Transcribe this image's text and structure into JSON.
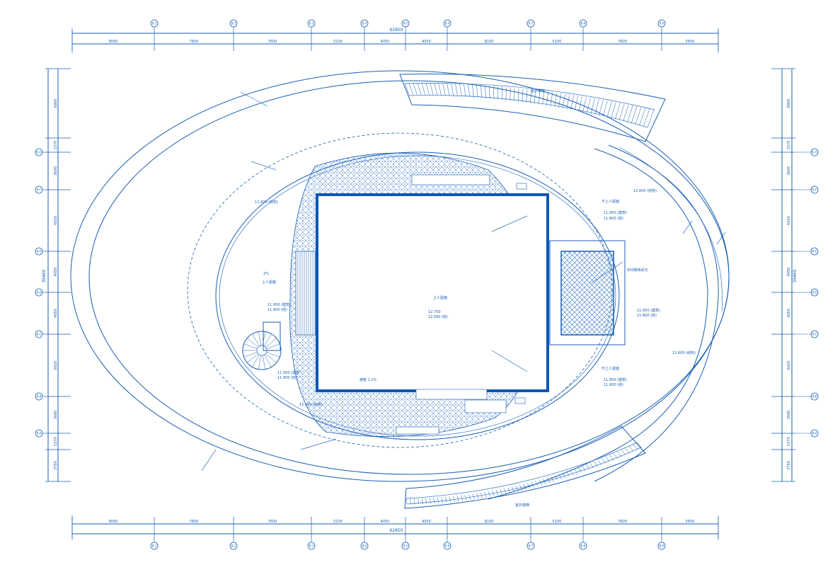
{
  "dimensions": {
    "top_total": "62850",
    "bottom_total": "62850",
    "top_segments": [
      "8000",
      "7600",
      "7600",
      "5100",
      "4050",
      "4050",
      "8100",
      "5100",
      "7600",
      "5450"
    ],
    "bottom_segments": [
      "8000",
      "7600",
      "7600",
      "5100",
      "4050",
      "4050",
      "8100",
      "5100",
      "7600",
      "5450"
    ],
    "left_segments": [
      "6800",
      "1570",
      "3600",
      "6020",
      "4050",
      "4050",
      "6020",
      "3600",
      "1570",
      "3750"
    ],
    "right_segments": [
      "6800",
      "1570",
      "3600",
      "6020",
      "4050",
      "4050",
      "6020",
      "3600",
      "1570",
      "3750"
    ],
    "left_total": "39460",
    "right_total": "39460"
  },
  "grid": {
    "top_axes": [
      "B-1",
      "B-2",
      "B-3",
      "B-4",
      "B-5",
      "B-6",
      "B-7",
      "B-8",
      "B-9"
    ],
    "bottom_axes": [
      "B-1",
      "B-2",
      "B-3",
      "B-4",
      "B-5",
      "B-6",
      "B-7",
      "B-8",
      "B-9"
    ],
    "left_axes": [
      "B-G",
      "B-F",
      "B-E",
      "B-D",
      "B-C",
      "B-B",
      "B-A"
    ],
    "right_axes": [
      "B-G",
      "B-F",
      "B-E",
      "B-D",
      "B-C",
      "B-B",
      "B-A"
    ]
  },
  "annotations": {
    "center_label": "上人屋面",
    "center_elev_1": "12.750",
    "center_elev_2": "12.560 (结)",
    "elev_left": "11.950 (建筑)",
    "elev_left_2": "11.800 (结)",
    "elev_right": "11.950 (建筑)",
    "elev_right_2": "11.800 (结)",
    "elev_top_right": "11.950 (建筑)",
    "elev_top_right_2": "11.800 (结)",
    "elev_bottom_right": "11.950 (建筑)",
    "elev_bottom_right_2": "11.800 (结)",
    "elev_bottom_left": "11.950 (建筑)",
    "elev_bottom_left_2": "11.800 (结)",
    "elev_outer_right": "12.600 (结构)",
    "elev_outer_left": "12.600 (结构)",
    "elev_outer_top": "12.600 (结构)",
    "elev_outer_bottom": "12.600 (结构)",
    "not_accessible_1": "不上人屋面",
    "not_accessible_2": "不上人屋面",
    "accessible": "上人屋面",
    "slope_left": "2%",
    "slope": "坡度 1.2%",
    "glass_roof": "600玻璃采光",
    "label_top_stair": "室外楼梯",
    "label_bottom_stair": "室外楼梯"
  }
}
